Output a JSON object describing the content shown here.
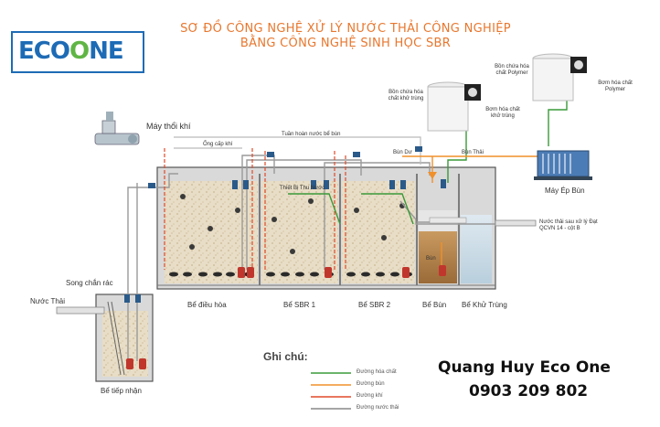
{
  "header": {
    "title_line1": "SƠ ĐỒ CÔNG NGHỆ XỬ LÝ NƯỚC THẢI CÔNG NGHIỆP",
    "title_line2": "BẰNG CÔNG NGHỆ SINH HỌC SBR"
  },
  "logo": {
    "text": "ECOONE",
    "colors": {
      "text": "#1d6bb5",
      "leaf": "#5fb544"
    }
  },
  "labels": {
    "blower": "Máy thổi khí",
    "air_pipe": "Ống cấp khí",
    "recirc": "Tuần hoàn nước bể bùn",
    "decanter": "Thiết Bị Thu Nước",
    "sludge_line": "Bùn Dư",
    "sludge_line2": "Bùn Thải",
    "chem_tank_left": "Bồn chứa hóa chất khử trùng",
    "chem_pump_left": "Bơm hóa chất khử trùng",
    "chem_tank_right": "Bồn chứa hóa chất Polymer",
    "chem_pump_right": "Bơm hóa chất Polymer",
    "press": "Máy Ép Bùn",
    "outlet": "Nước thải sau xử lý Đạt QCVN 14 - cột B",
    "screen": "Song chắn rác",
    "inlet": "Nước Thải",
    "sludge_in_tank": "Bùn"
  },
  "tanks": [
    {
      "name": "Bể tiếp nhận"
    },
    {
      "name": "Bể điều hòa"
    },
    {
      "name": "Bể SBR 1"
    },
    {
      "name": "Bể SBR 2"
    },
    {
      "name": "Bể Bùn"
    },
    {
      "name": "Bể Khử Trùng"
    }
  ],
  "legend": {
    "title": "Ghi chú:",
    "items": [
      {
        "label": "Đường hóa chất",
        "color": "#3a9a3a"
      },
      {
        "label": "Đường bùn",
        "color": "#f0902a"
      },
      {
        "label": "Đường khí",
        "color": "#e04a2a"
      },
      {
        "label": "Đường nước thải",
        "color": "#888888"
      }
    ]
  },
  "company": {
    "name": "Quang Huy Eco One",
    "phone": "0903 209 802"
  }
}
